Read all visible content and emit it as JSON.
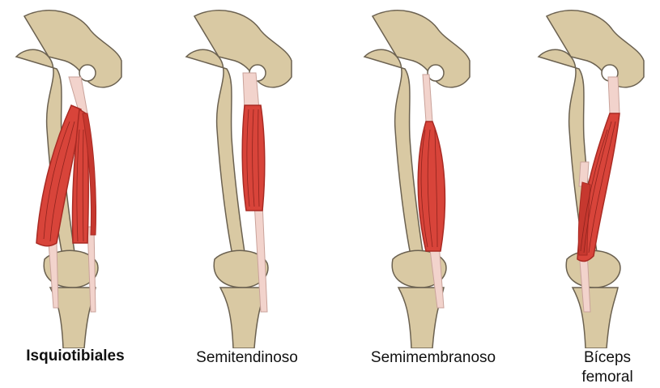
{
  "figure": {
    "panels": [
      {
        "id": "isquiotibiales",
        "caption": "Isquiotibiales",
        "caption_bold": true
      },
      {
        "id": "semitendinoso",
        "caption": "Semitendinoso",
        "caption_bold": false
      },
      {
        "id": "semimembranoso",
        "caption": "Semimembranoso",
        "caption_bold": false
      },
      {
        "id": "biceps-femoral",
        "caption_line1": "Bíceps",
        "caption_line2": "femoral",
        "caption_bold": false
      }
    ],
    "colors": {
      "bone": "#d9c9a3",
      "bone_outline": "#6b6150",
      "muscle": "#d8443a",
      "muscle_dark": "#a82a23",
      "tendon": "#f2d3cc",
      "caption_text": "#111111"
    }
  }
}
